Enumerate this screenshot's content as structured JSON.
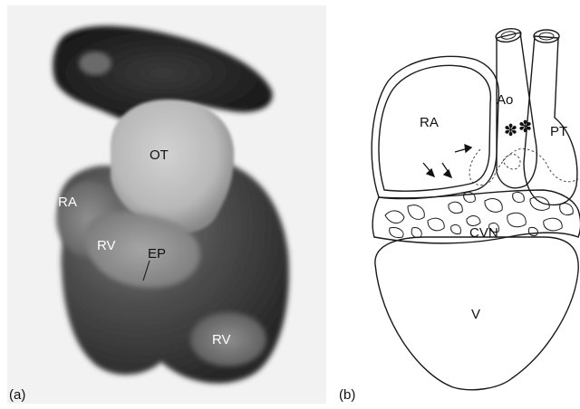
{
  "figure": {
    "panel_a": {
      "tag": "(a)",
      "labels": {
        "ot": "OT",
        "ra": "RA",
        "rv_upper": "RV",
        "ep": "EP",
        "rv_lower": "RV"
      }
    },
    "panel_b": {
      "tag": "(b)",
      "labels": {
        "ra": "RA",
        "ao": "Ao",
        "pt": "PT",
        "cvn": "CVN",
        "v": "V"
      }
    }
  }
}
